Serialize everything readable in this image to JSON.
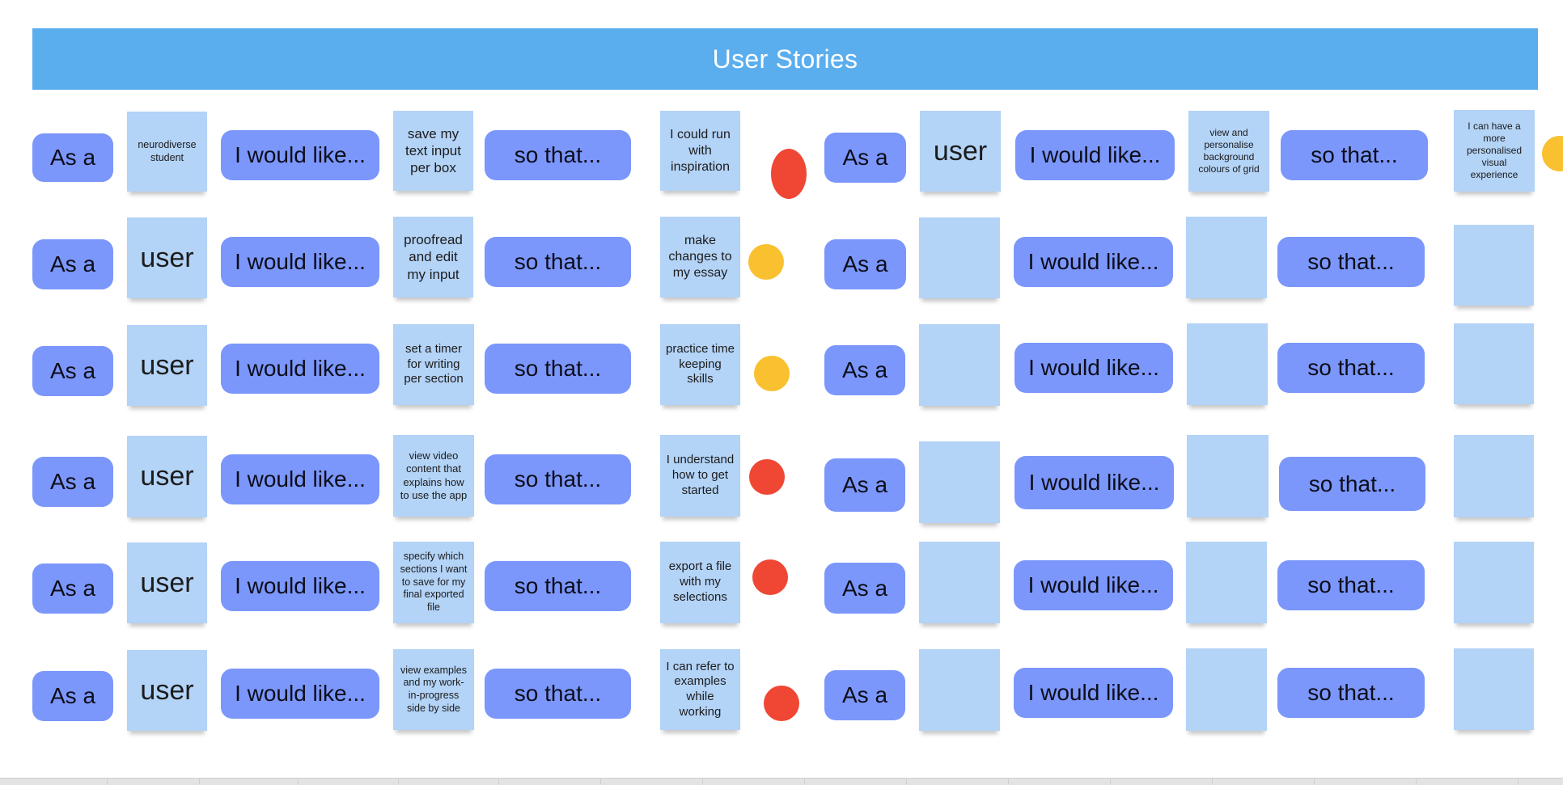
{
  "board": {
    "title": "User Stories",
    "labels": {
      "as_a": "As a",
      "i_would_like": "I would like...",
      "so_that": "so that..."
    },
    "colors": {
      "header": "#5aaeee",
      "pill": "#7b97fb",
      "note": "#b3d3f7",
      "red_dot": "#ef4733",
      "yellow_dot": "#f9c12f"
    },
    "left_stories": [
      {
        "role": "neurodiverse student",
        "want": "save my text input per box",
        "reason": "I could run with inspiration",
        "priority": "red"
      },
      {
        "role": "user",
        "want": "proofread and edit my input",
        "reason": "make changes to my essay",
        "priority": "yellow"
      },
      {
        "role": "user",
        "want": "set a timer for writing per section",
        "reason": "practice time keeping skills",
        "priority": "yellow"
      },
      {
        "role": "user",
        "want": "view video content that explains how to use the app",
        "reason": "I understand how to get started",
        "priority": "red"
      },
      {
        "role": "user",
        "want": "specify which sections I want to save for my final exported file",
        "reason": "export a file with my selections",
        "priority": "red"
      },
      {
        "role": "user",
        "want": "view examples and my work-in-progress side by side",
        "reason": "I can refer to examples while working",
        "priority": "red"
      }
    ],
    "right_stories": [
      {
        "role": "user",
        "want": "view and personalise background colours of grid",
        "reason": "I can have a more personalised visual experience",
        "priority": "yellow"
      },
      {
        "role": "",
        "want": "",
        "reason": ""
      },
      {
        "role": "",
        "want": "",
        "reason": ""
      },
      {
        "role": "",
        "want": "",
        "reason": ""
      },
      {
        "role": "",
        "want": "",
        "reason": ""
      },
      {
        "role": "",
        "want": "",
        "reason": ""
      }
    ]
  }
}
